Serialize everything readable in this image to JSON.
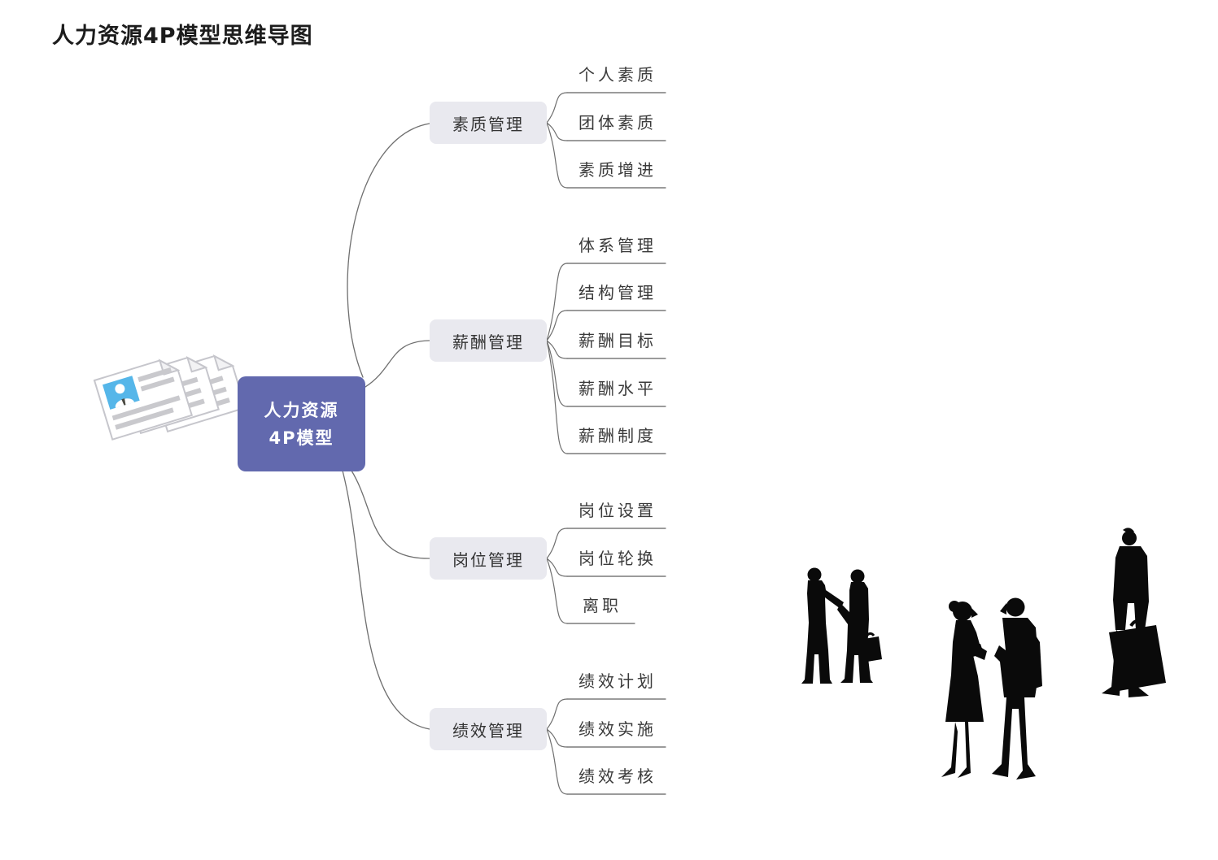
{
  "title": "人力资源4P模型思维导图",
  "central": {
    "line1": "人力资源",
    "line2": "4P模型"
  },
  "branches": [
    {
      "label": "素质管理",
      "children": [
        "个人素质",
        "团体素质",
        "素质增进"
      ]
    },
    {
      "label": "薪酬管理",
      "children": [
        "体系管理",
        "结构管理",
        "薪酬目标",
        "薪酬水平",
        "薪酬制度"
      ]
    },
    {
      "label": "岗位管理",
      "children": [
        "岗位设置",
        "岗位轮换",
        "离职"
      ]
    },
    {
      "label": "绩效管理",
      "children": [
        "绩效计划",
        "绩效实施",
        "绩效考核"
      ]
    }
  ],
  "illustrations": {
    "left": "resume-document-stack",
    "bottom_right": [
      "two-men-handshake-silhouette",
      "woman-man-conversation-silhouette",
      "businessman-with-briefcase-silhouette"
    ]
  },
  "colors": {
    "central_node_fill": "#6269AE",
    "central_node_text": "#FFFFFF",
    "branch_node_fill": "#E9E9EF",
    "branch_node_text": "#333333",
    "leaf_text": "#3A3A3A",
    "connector_line": "#6F6F6F",
    "resume_photo_blue": "#55B6E9",
    "silhouette": "#0A0A0A",
    "background": "#FFFFFF"
  }
}
